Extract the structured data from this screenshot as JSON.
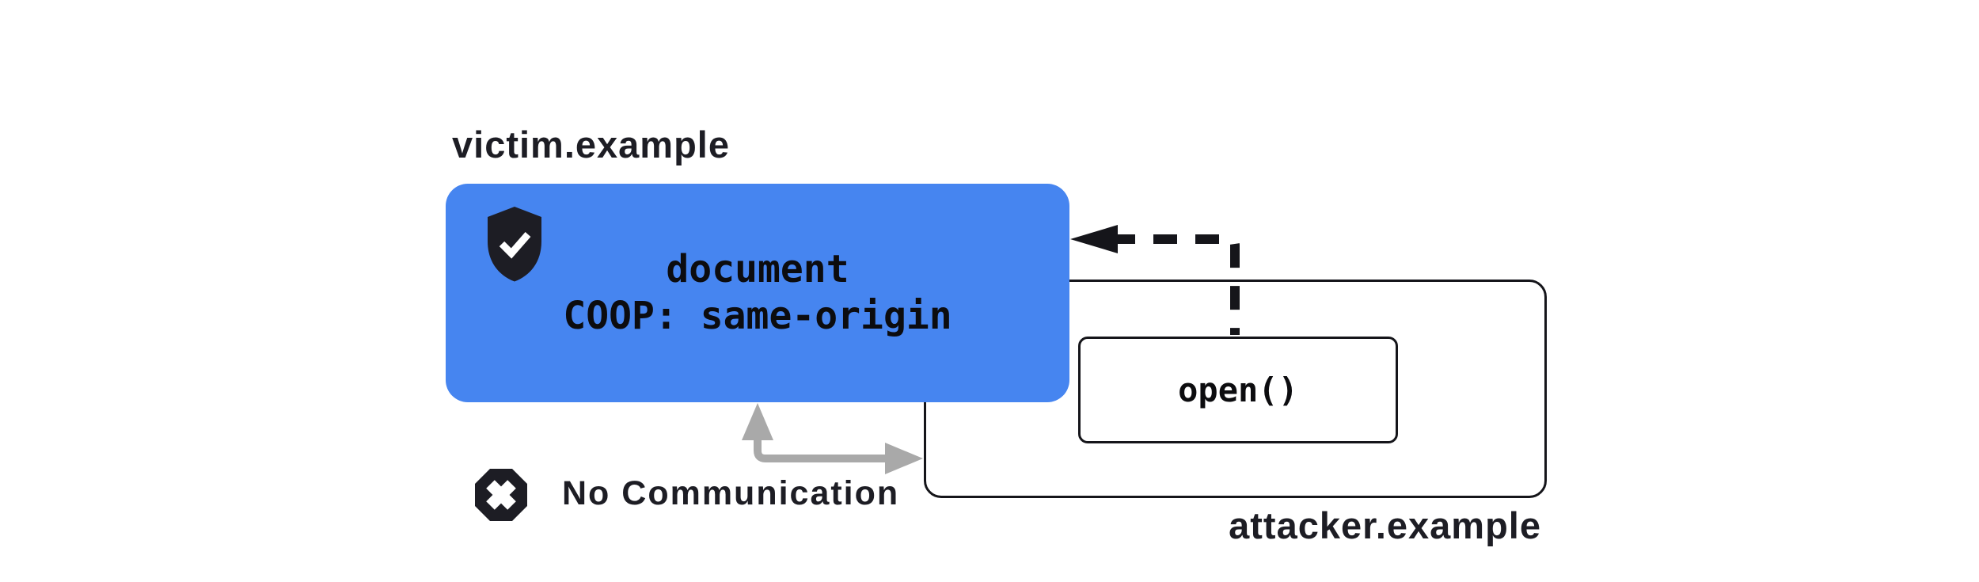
{
  "diagram": {
    "victim": {
      "domain_label": "victim.example",
      "doc_line1": "document",
      "doc_line2": "COOP: same-origin"
    },
    "attacker": {
      "domain_label": "attacker.example",
      "open_call": "open()"
    },
    "blocked_label": "No Communication",
    "icons": {
      "shield_check": "shield-check-icon",
      "blocked_x": "blocked-x-icon"
    },
    "colors": {
      "victim_blue": "#4685F0",
      "ink": "#1D1D24",
      "code_ink": "#0C0C0F",
      "border_ink": "#15151A",
      "arrow_gray": "#A9A9A9",
      "background": "#FFFFFF"
    }
  }
}
